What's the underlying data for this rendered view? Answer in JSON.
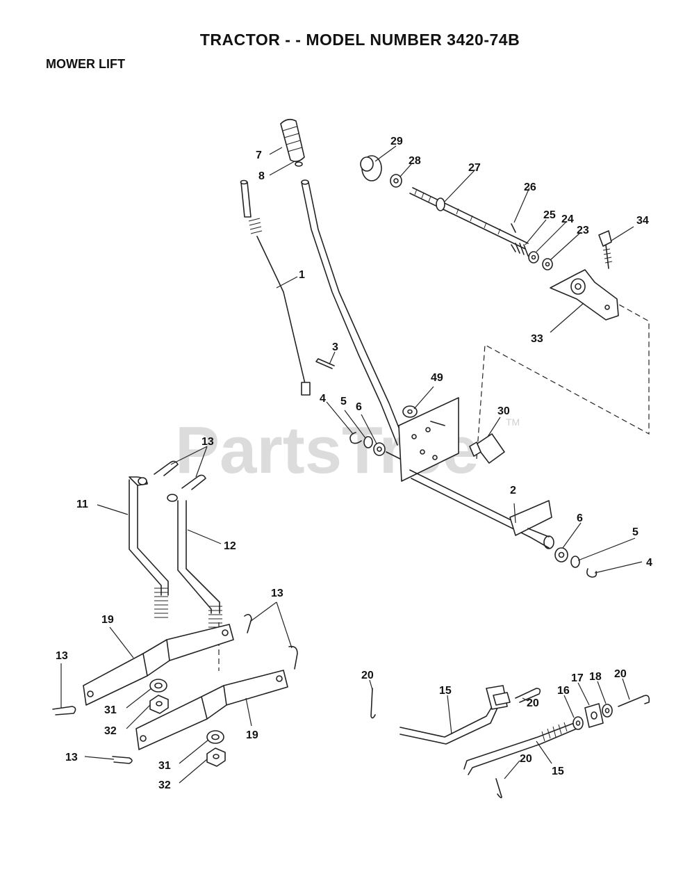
{
  "header": {
    "title": "TRACTOR - - MODEL NUMBER 3420-74B",
    "subtitle": "MOWER LIFT"
  },
  "watermark": {
    "text": "PartsTree",
    "trademark": "TM"
  },
  "callouts": [
    {
      "id": "c7",
      "label": "7"
    },
    {
      "id": "c8",
      "label": "8"
    },
    {
      "id": "c29",
      "label": "29"
    },
    {
      "id": "c28",
      "label": "28"
    },
    {
      "id": "c27",
      "label": "27"
    },
    {
      "id": "c26",
      "label": "26"
    },
    {
      "id": "c25",
      "label": "25"
    },
    {
      "id": "c24",
      "label": "24"
    },
    {
      "id": "c23",
      "label": "23"
    },
    {
      "id": "c34",
      "label": "34"
    },
    {
      "id": "c1",
      "label": "1"
    },
    {
      "id": "c33",
      "label": "33"
    },
    {
      "id": "c3",
      "label": "3"
    },
    {
      "id": "c49",
      "label": "49"
    },
    {
      "id": "c4a",
      "label": "4"
    },
    {
      "id": "c5a",
      "label": "5"
    },
    {
      "id": "c6a",
      "label": "6"
    },
    {
      "id": "c30",
      "label": "30"
    },
    {
      "id": "c13a",
      "label": "13"
    },
    {
      "id": "c11",
      "label": "11"
    },
    {
      "id": "c12",
      "label": "12"
    },
    {
      "id": "c2",
      "label": "2"
    },
    {
      "id": "c6b",
      "label": "6"
    },
    {
      "id": "c5b",
      "label": "5"
    },
    {
      "id": "c4b",
      "label": "4"
    },
    {
      "id": "c13b",
      "label": "13"
    },
    {
      "id": "c19a",
      "label": "19"
    },
    {
      "id": "c13c",
      "label": "13"
    },
    {
      "id": "c31a",
      "label": "31"
    },
    {
      "id": "c32a",
      "label": "32"
    },
    {
      "id": "c19b",
      "label": "19"
    },
    {
      "id": "c13d",
      "label": "13"
    },
    {
      "id": "c31b",
      "label": "31"
    },
    {
      "id": "c32b",
      "label": "32"
    },
    {
      "id": "c20a",
      "label": "20"
    },
    {
      "id": "c15a",
      "label": "15"
    },
    {
      "id": "c20b",
      "label": "20"
    },
    {
      "id": "c16",
      "label": "16"
    },
    {
      "id": "c17",
      "label": "17"
    },
    {
      "id": "c18",
      "label": "18"
    },
    {
      "id": "c20c",
      "label": "20"
    },
    {
      "id": "c20d",
      "label": "20"
    },
    {
      "id": "c15b",
      "label": "15"
    }
  ]
}
